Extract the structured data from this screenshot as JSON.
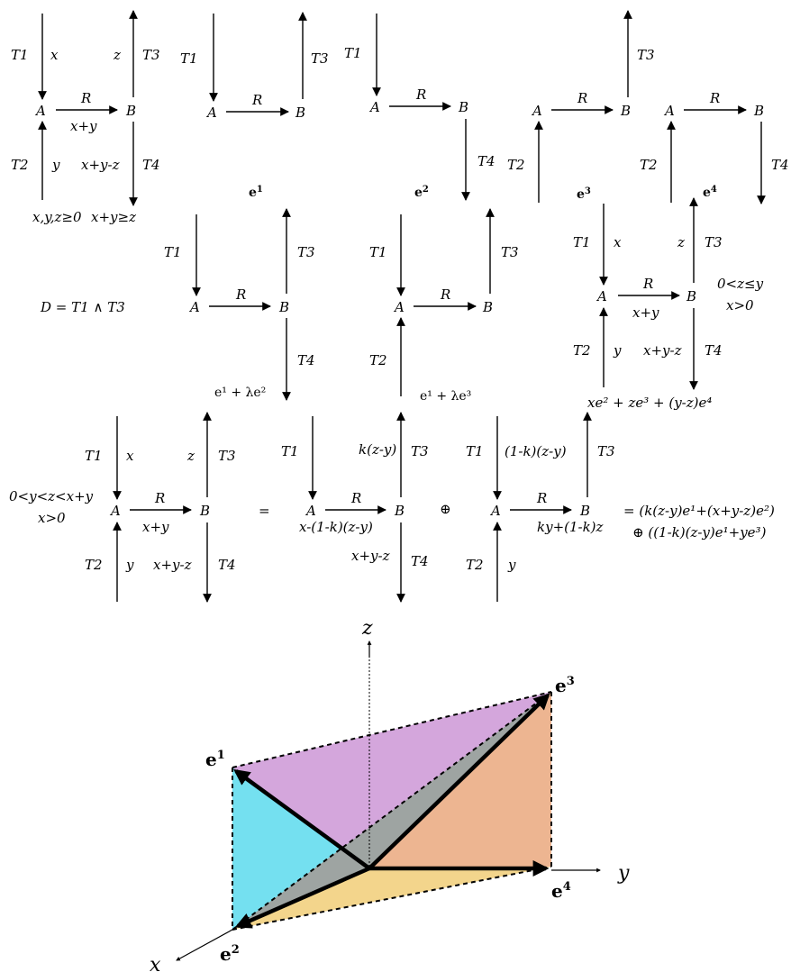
{
  "labels": {
    "T1": "T1",
    "T2": "T2",
    "T3": "T3",
    "T4": "T4",
    "A": "A",
    "B": "B",
    "R": "R",
    "x": "x",
    "y": "y",
    "z": "z",
    "xpy": "x+y",
    "xpymz": "x+y-z"
  },
  "conditions": {
    "d1_left": "x,y,z≥0",
    "d1_right": "x+y≥z",
    "mid_right": "0<z≤y",
    "mid_right2": "x>0",
    "bottom_left": "0<y<z<x+y",
    "bottom_left2": "x>0"
  },
  "D_def": "D = T1 ∧ T3",
  "basis": {
    "e1": "e",
    "e1_sup": "1",
    "e2": "e",
    "e2_sup": "2",
    "e3": "e",
    "e3_sup": "3",
    "e4": "e",
    "e4_sup": "4"
  },
  "combos": {
    "e1_l_e2": "e¹ + λe²",
    "e1_l_e3": "e¹ + λe³",
    "sum_decomp": "xe² + ze³ + (y-z)e⁴"
  },
  "bottom": {
    "eq": "=",
    "oplus": "⊕",
    "kzy": "k(z-y)",
    "kzy2": "(1-k)(z-y)",
    "A_sub": "x-(1-k)(z-y)",
    "B_sub": "ky+(1-k)z",
    "xpymz": "x+y-z",
    "result1": "= (k(z-y)e¹+(x+y-z)e²)",
    "result2": "⊕ ((1-k)(z-y)e¹+ye³)"
  },
  "axes3d": {
    "x": "x",
    "y": "y",
    "z": "z"
  },
  "colors": {
    "purple": "#d4a6dc",
    "cyan": "#74e0f0",
    "orange": "#edb591",
    "gray": "#9ea4a2",
    "yellow": "#f3d58c"
  }
}
